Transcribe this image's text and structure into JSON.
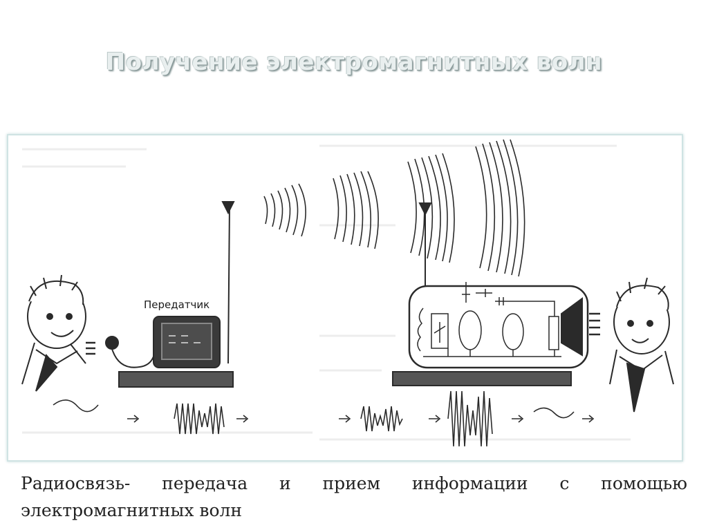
{
  "slide": {
    "title": "Получение электромагнитных волн",
    "caption": "Радиосвязь- передача и прием информации с помощью электромагнитных волн"
  },
  "diagram": {
    "transmitter_label": "Передатчик",
    "colors": {
      "ink": "#2a2a2a",
      "frame_border": "#cfe3e3",
      "title_fill": "#e9efef"
    }
  }
}
